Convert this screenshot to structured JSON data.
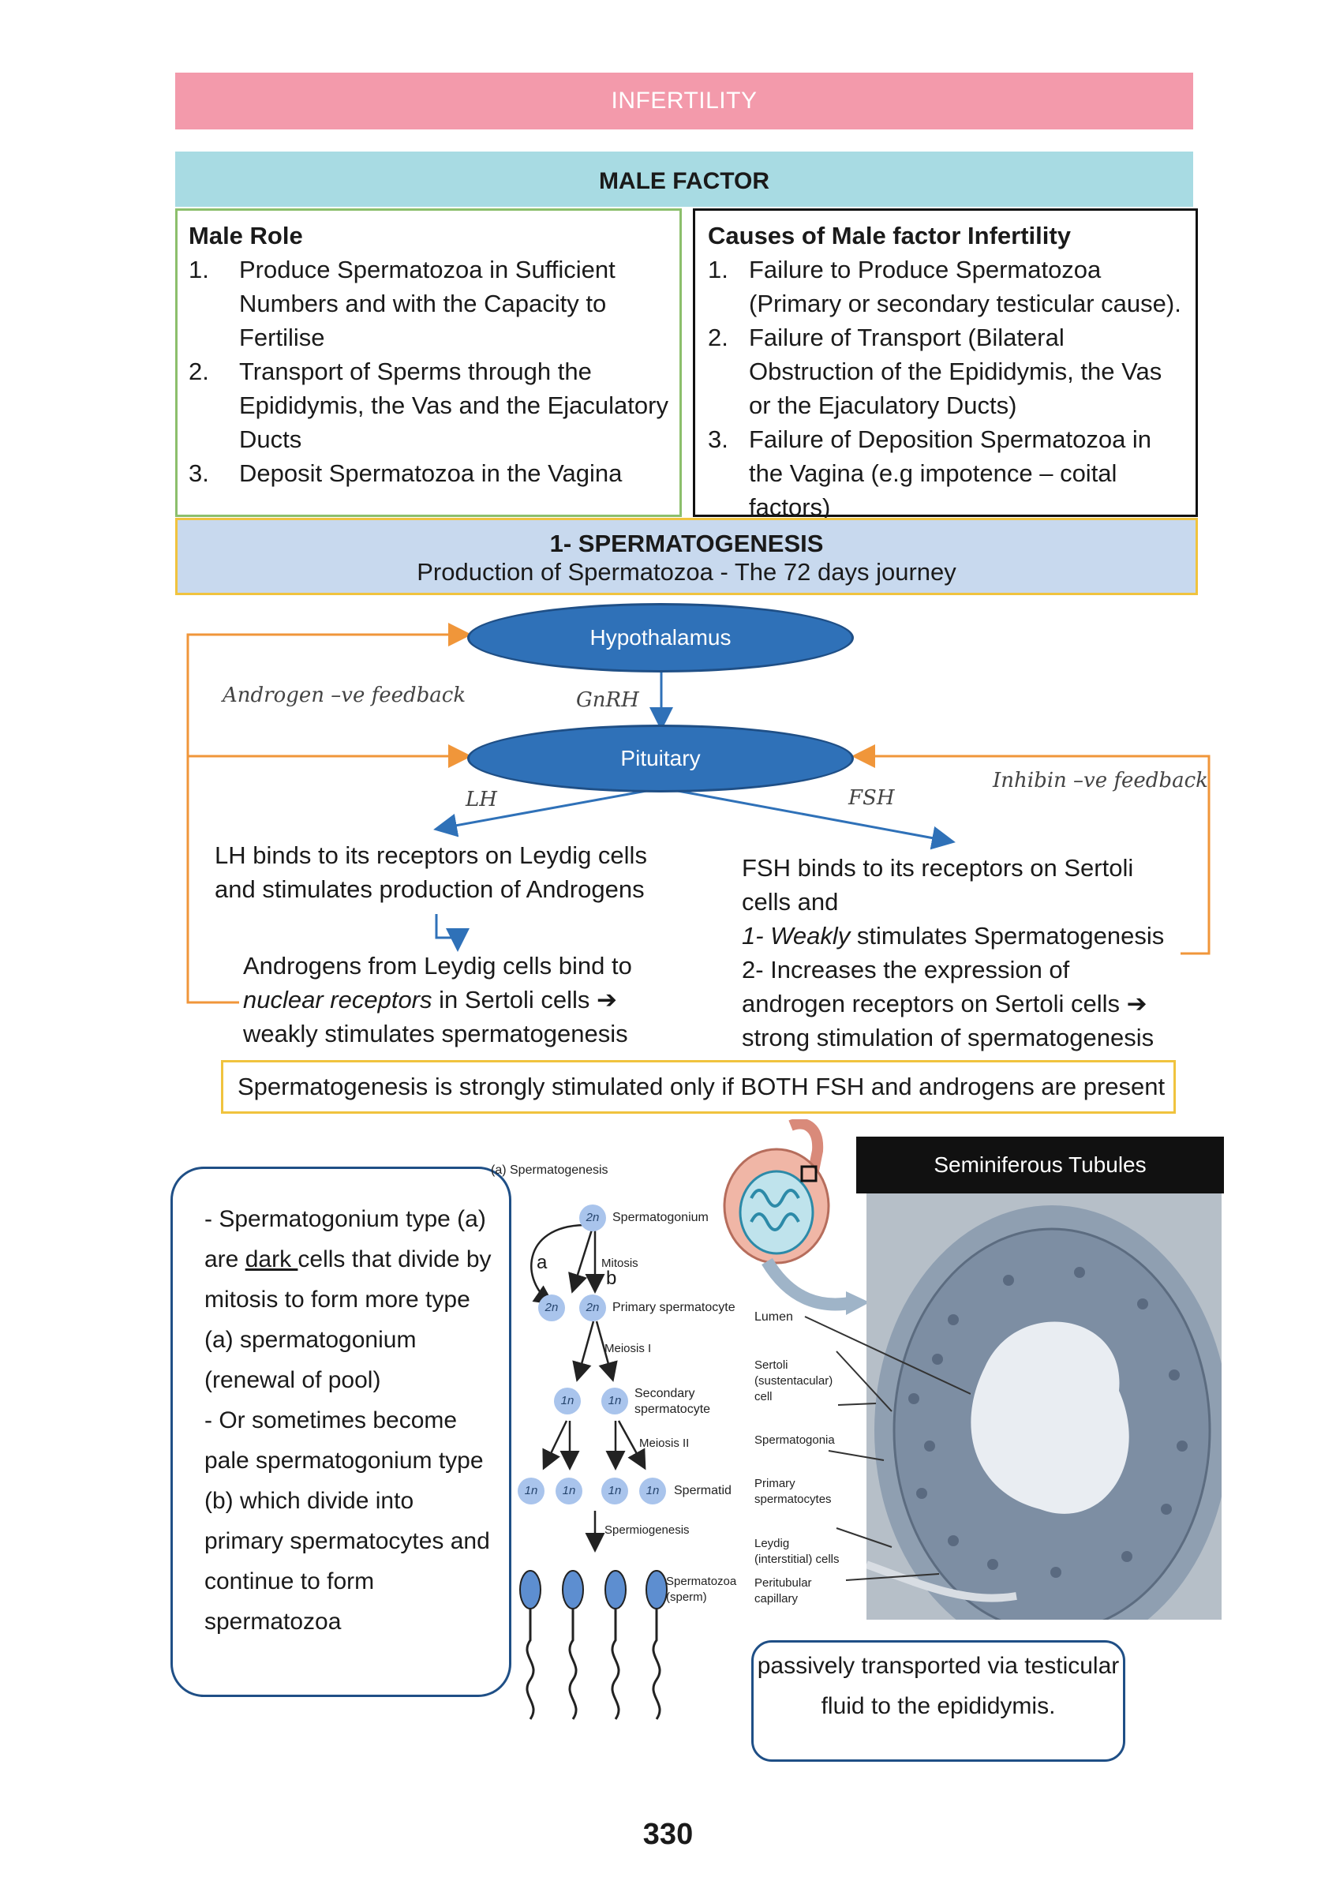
{
  "header": {
    "title": "INFERTILITY",
    "section": "MALE FACTOR"
  },
  "male_role": {
    "heading": "Male Role",
    "items": [
      {
        "num": "1.",
        "text": "Produce Spermatozoa in Sufficient Numbers and with the Capacity to Fertilise"
      },
      {
        "num": "2.",
        "text": "Transport of Sperms through the Epididymis, the Vas and the Ejaculatory Ducts"
      },
      {
        "num": "3.",
        "text": "Deposit Spermatozoa in the Vagina"
      }
    ]
  },
  "causes": {
    "heading": "Causes of Male factor Infertility",
    "items": [
      {
        "num": "1.",
        "text": "Failure to Produce Spermatozoa (Primary or secondary testicular cause)."
      },
      {
        "num": "2.",
        "text": "Failure of Transport (Bilateral Obstruction of the Epididymis, the Vas or the Ejaculatory Ducts)"
      },
      {
        "num": "3.",
        "text": "Failure of Deposition Spermatozoa in the Vagina (e.g impotence – coital factors)"
      }
    ]
  },
  "spermatogenesis": {
    "title": "1- SPERMATOGENESIS",
    "subtitle": "Production of Spermatozoa - The 72 days journey"
  },
  "hormones": {
    "hypothalamus": "Hypothalamus",
    "pituitary": "Pituitary",
    "gnrh": "GnRH",
    "lh": "LH",
    "fsh": "FSH",
    "androgen_feedback": "Androgen –ve feedback",
    "inhibin_feedback": "Inhibin –ve feedback",
    "lh_text": "LH binds to its receptors on Leydig cells and stimulates production of Androgens",
    "androgen_text_1": "Androgens from Leydig cells bind to",
    "androgen_text_2a": "nuclear receptors",
    "androgen_text_2b": " in Sertoli cells ➔",
    "androgen_text_3": "weakly stimulates spermatogenesis",
    "fsh_text_1": "FSH binds to its receptors on Sertoli cells and",
    "fsh_text_2a": "1- ",
    "fsh_text_2b": "Weakly",
    "fsh_text_2c": " stimulates Spermatogenesis",
    "fsh_text_3": "2- Increases the expression of androgen receptors on Sertoli cells ➔ strong stimulation of spermatogenesis",
    "note": "Spermatogenesis is strongly stimulated only if BOTH FSH and androgens are present"
  },
  "spermatogonium_note": {
    "part1": "- Spermatogonium type (a) are ",
    "dark": "dark ",
    "part2": "cells that divide by mitosis to form more type (a) spermatogonium (renewal of pool)",
    "part3": "- Or sometimes become pale spermatogonium type (b) which divide into primary spermatocytes and continue to form spermatozoa"
  },
  "diagram": {
    "caption": "(a) Spermatogenesis",
    "spermatogonium": "Spermatogonium",
    "mitosis": "Mitosis",
    "primary": "Primary spermatocyte",
    "meiosis1": "Meiosis I",
    "secondary": "Secondary spermatocyte",
    "meiosis2": "Meiosis II",
    "spermatid": "Spermatid",
    "spermiogenesis": "Spermiogenesis",
    "spermatozoa": "Spermatozoa (sperm)",
    "label_a": "a",
    "label_b": "b",
    "n2": "2n",
    "n1": "1n"
  },
  "histology": {
    "title": "Seminiferous Tubules",
    "labels": [
      "Lumen",
      "Sertoli (sustentacular) cell",
      "Spermatogonia",
      "Primary spermatocytes",
      "Leydig (interstitial) cells",
      "Peritubular capillary"
    ]
  },
  "transport_note": "passively transported via testicular fluid to the epididymis.",
  "page_number": "330"
}
